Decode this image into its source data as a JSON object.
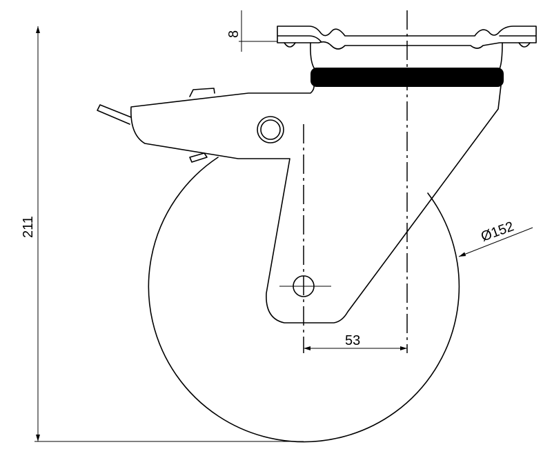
{
  "dimensions": {
    "height": "211",
    "plate_thickness": "8",
    "offset": "53",
    "wheel_diameter": "Ø152"
  },
  "colors": {
    "line": "#000000",
    "background": "#ffffff"
  }
}
